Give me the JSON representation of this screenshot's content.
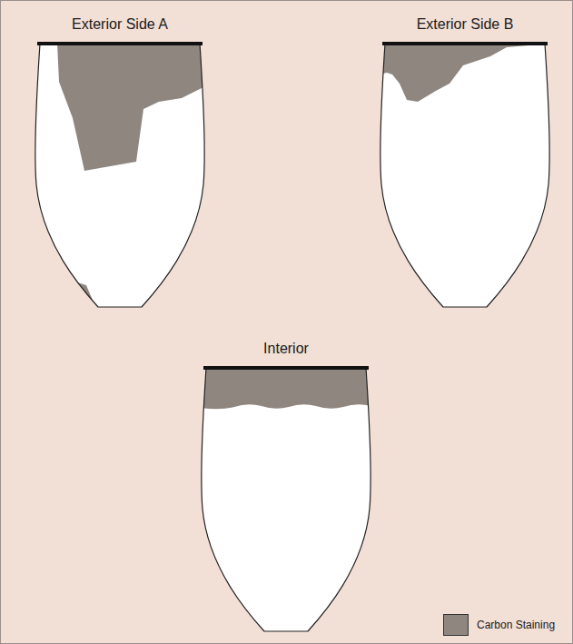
{
  "diagram": {
    "nodes": [
      {
        "text": [
          "Exterior Side A"
        ]
      },
      {
        "text": [
          "Exterior Side B"
        ]
      },
      {
        "text": [
          "Interior"
        ]
      }
    ],
    "legend": [
      {
        "text": "Carbon Staining",
        "color": "#8f8680"
      }
    ]
  }
}
